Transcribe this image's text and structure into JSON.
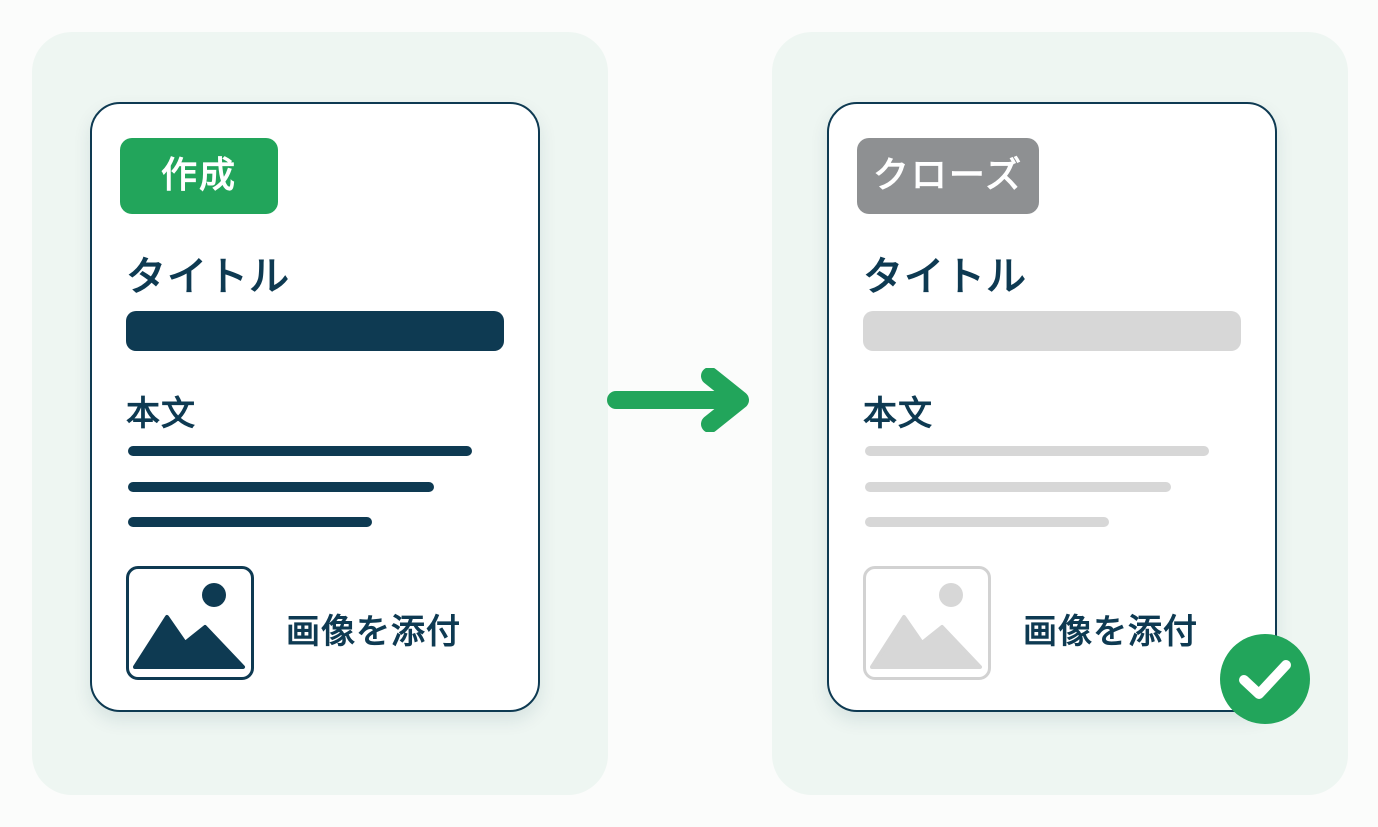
{
  "before_card": {
    "badge": "作成",
    "title_label": "タイトル",
    "body_label": "本文",
    "attach_label": "画像を添付"
  },
  "after_card": {
    "badge": "クローズ",
    "title_label": "タイトル",
    "body_label": "本文",
    "attach_label": "画像を添付"
  },
  "icons": {
    "transition": "right-arrow-icon",
    "done": "checkmark-icon",
    "attachment": "image-icon"
  },
  "colors": {
    "accent_green": "#22a55b",
    "navy": "#0e3a52",
    "closed_gray": "#8e9092",
    "disabled_gray": "#d7d7d7",
    "panel_background": "#eef6f2"
  }
}
